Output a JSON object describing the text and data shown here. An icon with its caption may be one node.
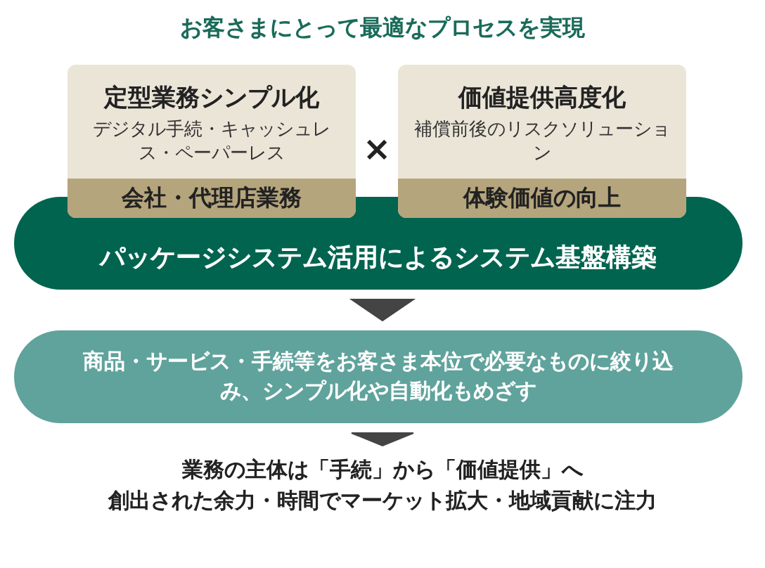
{
  "diagram": {
    "title": "お客さまにとって最適なプロセスを実現",
    "nodes": [
      {
        "text": [
          "定型業務シンプル化",
          "デジタル手続・キャッシュレス・ペーパーレス"
        ]
      },
      {
        "text": [
          "会社・代理店業務"
        ],
        "in": 0
      },
      {
        "text": [
          "価値提供高度化",
          "補償前後のリスクソリューション"
        ]
      },
      {
        "text": [
          "体験価値の向上"
        ],
        "in": 2
      },
      {
        "text": [
          "パッケージシステム活用によるシステム基盤構築"
        ]
      },
      {
        "text": [
          "商品・サービス・手続等をお客さま本位で必要なものに絞り込み、シンプル化や自動化もめざす"
        ]
      },
      {
        "text": [
          "業務の主体は「手続」から「価値提供」へ",
          "創出された余力・時間でマーケット拡大・地域貢献に注力"
        ]
      }
    ],
    "edges": [
      {
        "from": 4,
        "to": 5,
        "arrow": "to"
      },
      {
        "from": 5,
        "to": 6,
        "arrow": "to"
      }
    ],
    "labels": [
      "×"
    ]
  }
}
